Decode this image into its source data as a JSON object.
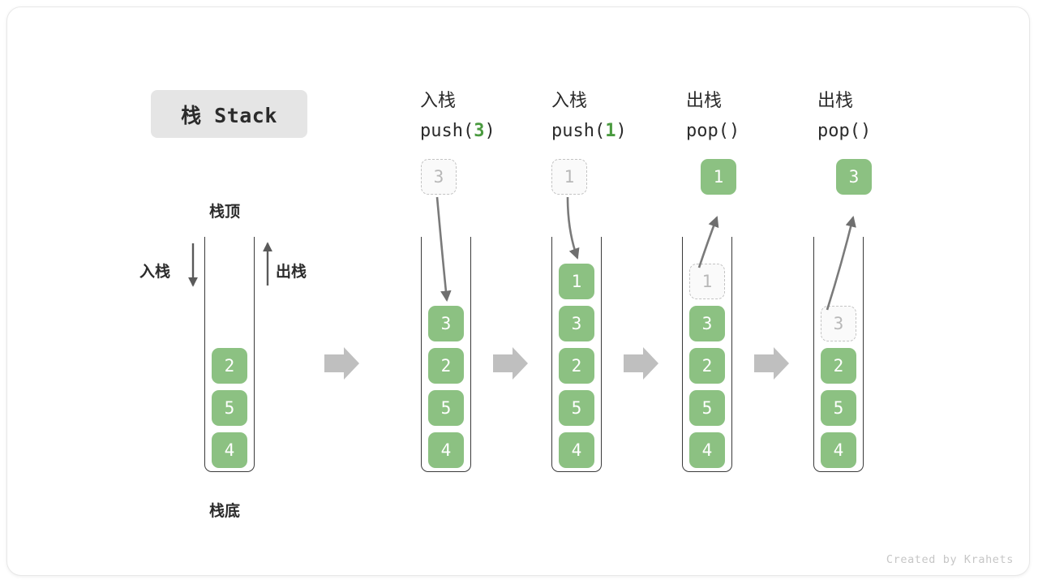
{
  "title_badge": {
    "label": "栈 Stack"
  },
  "labels": {
    "top": "栈顶",
    "bottom": "栈底",
    "push_side": "入栈",
    "pop_side": "出栈"
  },
  "credit": "Created by Krahets",
  "colors": {
    "cell_green": "#8cc182",
    "accent_green": "#4a9a3f",
    "ghost_border": "#c4c4c4",
    "ghost_text": "#b8b8b8",
    "wall": "#3a3a3a",
    "arrow_gray": "#6f6f6f",
    "flow_arrow": "#bfbfbf",
    "badge_bg": "#e5e5e5",
    "credit_text": "#c6c6c6"
  },
  "columns": [
    {
      "id": "initial",
      "head_cn": "",
      "head_code": "",
      "head_accent": "",
      "head_code_suffix": "",
      "stack": [
        "2",
        "5",
        "4"
      ],
      "ghost_top_in_stack": null,
      "outside_cell": null
    },
    {
      "id": "push-3",
      "head_cn": "入栈",
      "head_code": "push(",
      "head_accent": "3",
      "head_code_suffix": ")",
      "stack": [
        "3",
        "2",
        "5",
        "4"
      ],
      "ghost_top_in_stack": null,
      "outside_cell": {
        "value": "3",
        "style": "ghost"
      }
    },
    {
      "id": "push-1",
      "head_cn": "入栈",
      "head_code": "push(",
      "head_accent": "1",
      "head_code_suffix": ")",
      "stack": [
        "1",
        "3",
        "2",
        "5",
        "4"
      ],
      "ghost_top_in_stack": null,
      "outside_cell": {
        "value": "1",
        "style": "ghost"
      }
    },
    {
      "id": "pop-1",
      "head_cn": "出栈",
      "head_code": "pop(",
      "head_accent": "",
      "head_code_suffix": ")",
      "stack": [
        "3",
        "2",
        "5",
        "4"
      ],
      "ghost_top_in_stack": "1",
      "outside_cell": {
        "value": "1",
        "style": "solid"
      }
    },
    {
      "id": "pop-2",
      "head_cn": "出栈",
      "head_code": "pop(",
      "head_accent": "",
      "head_code_suffix": ")",
      "stack": [
        "2",
        "5",
        "4"
      ],
      "ghost_top_in_stack": "3",
      "outside_cell": {
        "value": "3",
        "style": "solid"
      }
    }
  ],
  "chart_data": {
    "type": "diagram",
    "title": "栈 Stack",
    "description": "Stack push/pop operation sequence",
    "steps": [
      {
        "op": "initial",
        "stack_top_to_bottom": [
          "2",
          "5",
          "4"
        ]
      },
      {
        "op": "push(3)",
        "stack_top_to_bottom": [
          "3",
          "2",
          "5",
          "4"
        ]
      },
      {
        "op": "push(1)",
        "stack_top_to_bottom": [
          "1",
          "3",
          "2",
          "5",
          "4"
        ]
      },
      {
        "op": "pop()",
        "returned": "1",
        "stack_top_to_bottom": [
          "3",
          "2",
          "5",
          "4"
        ]
      },
      {
        "op": "pop()",
        "returned": "3",
        "stack_top_to_bottom": [
          "2",
          "5",
          "4"
        ]
      }
    ]
  }
}
